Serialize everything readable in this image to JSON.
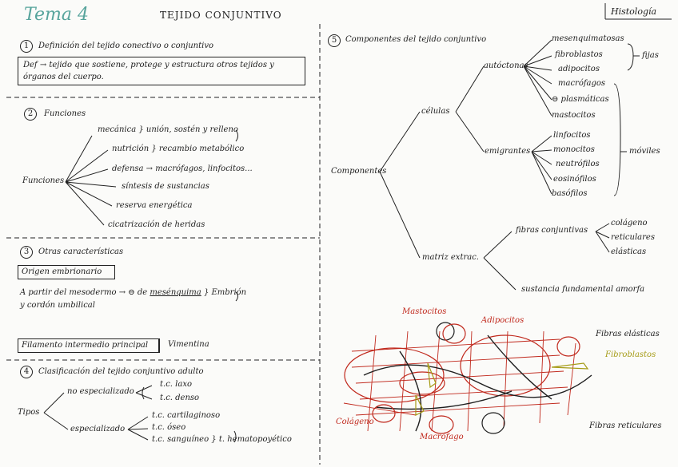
{
  "header": {
    "tema": "Tema 4",
    "title": "TEJIDO CONJUNTIVO",
    "subject": "Histología"
  },
  "s1": {
    "num": "1",
    "title": "Definición del tejido conectivo o conjuntivo",
    "def_line1": "Def → tejido que sostiene, protege y estructura otros tejidos y",
    "def_line2": "órganos del cuerpo."
  },
  "s2": {
    "num": "2",
    "title": "Funciones",
    "root": "Funciones",
    "items": [
      "mecánica } unión, sostén y relleno",
      "nutrición } recambio metabólico",
      "defensa → macrófagos, linfocitos...",
      "síntesis de sustancias",
      "reserva energética",
      "cicatrización de heridas"
    ]
  },
  "s3": {
    "num": "3",
    "title": "Otras características",
    "origen_label": "Origen embrionario",
    "origen_text": "A partir del mesodermo → ⊖ de",
    "mesenquima": "mesénquima",
    "origen_tail": "} Embrión",
    "origen_line2": "y cordón umbilical",
    "filamento_label": "Filamento intermedio principal",
    "filamento_value": "Vimentina"
  },
  "s4": {
    "num": "4",
    "title": "Clasificación del tejido conjuntivo adulto",
    "root": "Tipos",
    "no_esp": "no especializado",
    "esp": "especializado",
    "no_esp_items": [
      "t.c. laxo",
      "t.c. denso"
    ],
    "esp_items": [
      "t.c. cartilaginoso",
      "t.c. óseo",
      "t.c. sanguíneo } t. hematopoyético"
    ]
  },
  "s5": {
    "num": "5",
    "title": "Componentes del tejido conjuntivo",
    "root": "Componentes",
    "celulas": "células",
    "autoctonas": "autóctonas",
    "emigrantes": "emigrantes",
    "fijas_items": [
      "mesenquimatosas",
      "fibroblastos",
      "adipocitos"
    ],
    "fijas": "fijas",
    "moviles_a": [
      "macrófagos",
      "⊖ plasmáticas",
      "mastocitos"
    ],
    "moviles_b": [
      "linfocitos",
      "monocitos",
      "neutrófilos",
      "eosinófilos",
      "basófilos"
    ],
    "moviles": "móviles",
    "matriz": "matriz extrac.",
    "fibras": "fibras conjuntivas",
    "fibras_items": [
      "colágeno",
      "reticulares",
      "elásticas"
    ],
    "sustancia": "sustancia fundamental amorfa"
  },
  "figure": {
    "mastocitos": "Mastocitos",
    "adipocitos": "Adipocitos",
    "fibras_elasticas": "Fibras elásticas",
    "fibroblastos": "Fibroblastos",
    "colageno": "Colágeno",
    "macrofago": "Macrófago",
    "fibras_reticulares": "Fibras reticulares"
  },
  "colors": {
    "ink": "#1e1e1e",
    "red": "#c0281c",
    "olive": "#a59b16",
    "teal": "#2f8f86"
  }
}
